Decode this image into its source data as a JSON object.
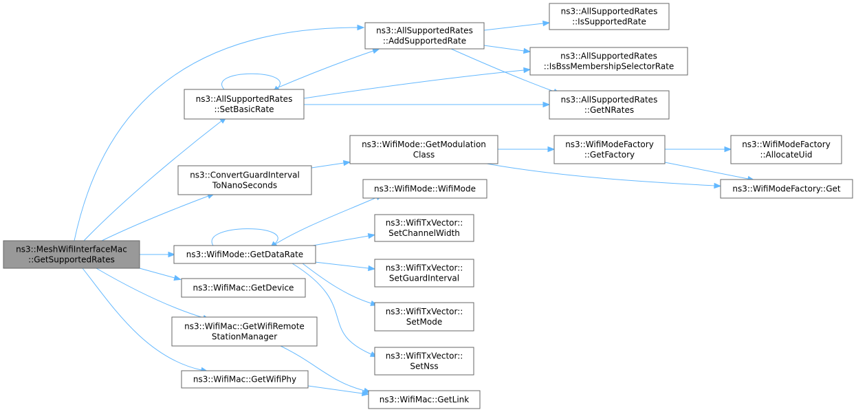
{
  "nodes": {
    "get_supported_rates": [
      "ns3::MeshWifiInterfaceMac",
      "::GetSupportedRates"
    ],
    "add_supported_rate": [
      "ns3::AllSupportedRates",
      "::AddSupportedRate"
    ],
    "is_supported_rate": [
      "ns3::AllSupportedRates",
      "::IsSupportedRate"
    ],
    "is_bss_membership": [
      "ns3::AllSupportedRates",
      "::IsBssMembershipSelectorRate"
    ],
    "set_basic_rate": [
      "ns3::AllSupportedRates",
      "::SetBasicRate"
    ],
    "get_n_rates": [
      "ns3::AllSupportedRates",
      "::GetNRates"
    ],
    "get_modulation_class": [
      "ns3::WifiMode::GetModulation",
      "Class"
    ],
    "get_factory": [
      "ns3::WifiModeFactory",
      "::GetFactory"
    ],
    "allocate_uid": [
      "ns3::WifiModeFactory",
      "::AllocateUid"
    ],
    "convert_guard_interval": [
      "ns3::ConvertGuardInterval",
      "ToNanoSeconds"
    ],
    "wifi_mode_factory_get": [
      "ns3::WifiModeFactory::Get"
    ],
    "wifi_mode_ctor": [
      "ns3::WifiMode::WifiMode"
    ],
    "set_channel_width": [
      "ns3::WifiTxVector::",
      "SetChannelWidth"
    ],
    "get_data_rate": [
      "ns3::WifiMode::GetDataRate"
    ],
    "set_guard_interval": [
      "ns3::WifiTxVector::",
      "SetGuardInterval"
    ],
    "get_device": [
      "ns3::WifiMac::GetDevice"
    ],
    "set_mode": [
      "ns3::WifiTxVector::",
      "SetMode"
    ],
    "get_remote_station_manager": [
      "ns3::WifiMac::GetWifiRemote",
      "StationManager"
    ],
    "set_nss": [
      "ns3::WifiTxVector::",
      "SetNss"
    ],
    "get_wifi_phy": [
      "ns3::WifiMac::GetWifiPhy"
    ],
    "get_link": [
      "ns3::WifiMac::GetLink"
    ]
  },
  "edges": [
    [
      "get_supported_rates",
      "add_supported_rate"
    ],
    [
      "get_supported_rates",
      "set_basic_rate"
    ],
    [
      "get_supported_rates",
      "convert_guard_interval"
    ],
    [
      "get_supported_rates",
      "get_data_rate"
    ],
    [
      "get_supported_rates",
      "get_device"
    ],
    [
      "get_supported_rates",
      "get_remote_station_manager"
    ],
    [
      "get_supported_rates",
      "get_wifi_phy"
    ],
    [
      "add_supported_rate",
      "is_supported_rate"
    ],
    [
      "add_supported_rate",
      "is_bss_membership"
    ],
    [
      "add_supported_rate",
      "get_n_rates"
    ],
    [
      "set_basic_rate",
      "add_supported_rate"
    ],
    [
      "set_basic_rate",
      "is_bss_membership"
    ],
    [
      "set_basic_rate",
      "get_n_rates"
    ],
    [
      "set_basic_rate",
      "set_basic_rate"
    ],
    [
      "convert_guard_interval",
      "get_modulation_class"
    ],
    [
      "get_modulation_class",
      "get_factory"
    ],
    [
      "get_modulation_class",
      "wifi_mode_factory_get"
    ],
    [
      "get_factory",
      "allocate_uid"
    ],
    [
      "get_factory",
      "wifi_mode_factory_get"
    ],
    [
      "get_data_rate",
      "get_data_rate"
    ],
    [
      "get_data_rate",
      "wifi_mode_ctor"
    ],
    [
      "get_data_rate",
      "set_channel_width"
    ],
    [
      "get_data_rate",
      "set_guard_interval"
    ],
    [
      "get_data_rate",
      "set_mode"
    ],
    [
      "get_data_rate",
      "set_nss"
    ],
    [
      "get_remote_station_manager",
      "get_link"
    ],
    [
      "get_wifi_phy",
      "get_link"
    ]
  ],
  "colors": {
    "edge": "#63b8ff",
    "node_border": "#666666",
    "root_fill": "#999999",
    "node_fill": "#ffffff"
  }
}
